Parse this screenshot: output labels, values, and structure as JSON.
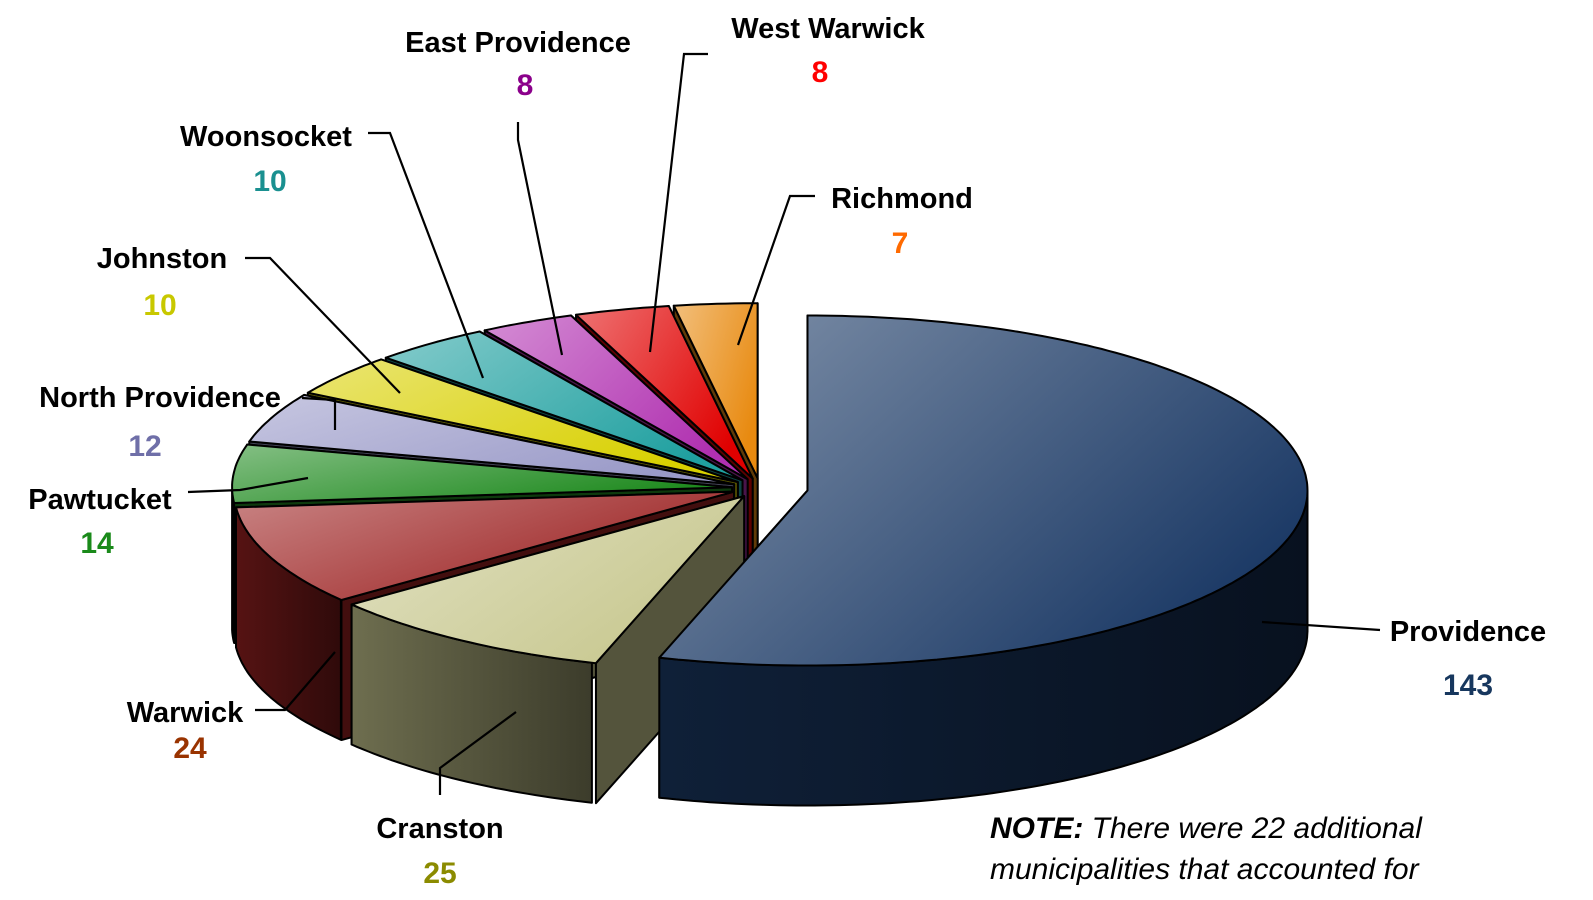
{
  "chart_data": {
    "type": "pie",
    "three_d": true,
    "exploded": true,
    "categories": [
      "Providence",
      "Cranston",
      "Warwick",
      "Pawtucket",
      "North Providence",
      "Johnston",
      "Woonsocket",
      "East Providence",
      "West Warwick",
      "Richmond"
    ],
    "values": [
      143,
      25,
      24,
      14,
      12,
      10,
      10,
      8,
      8,
      7
    ],
    "value_labels": [
      "143",
      "25",
      "24",
      "14",
      "12",
      "10",
      "10",
      "8",
      "8",
      "7"
    ],
    "slice_colors": [
      "#1c3a66",
      "#c8c890",
      "#9c2222",
      "#1f8a1f",
      "#9a9ac8",
      "#d8d000",
      "#20a0a0",
      "#b030b0",
      "#e00000",
      "#e88a10"
    ],
    "label_colors": [
      "#17375e",
      "#8b8b00",
      "#993300",
      "#1a8a1a",
      "#6f6fa8",
      "#c8c800",
      "#1a9090",
      "#8b008b",
      "#ff0000",
      "#ff6a00"
    ],
    "legend": "none",
    "grid": false
  },
  "note": {
    "bold": "NOTE:",
    "text": "  There were 22 additional",
    "line2": "municipalities that accounted for"
  }
}
